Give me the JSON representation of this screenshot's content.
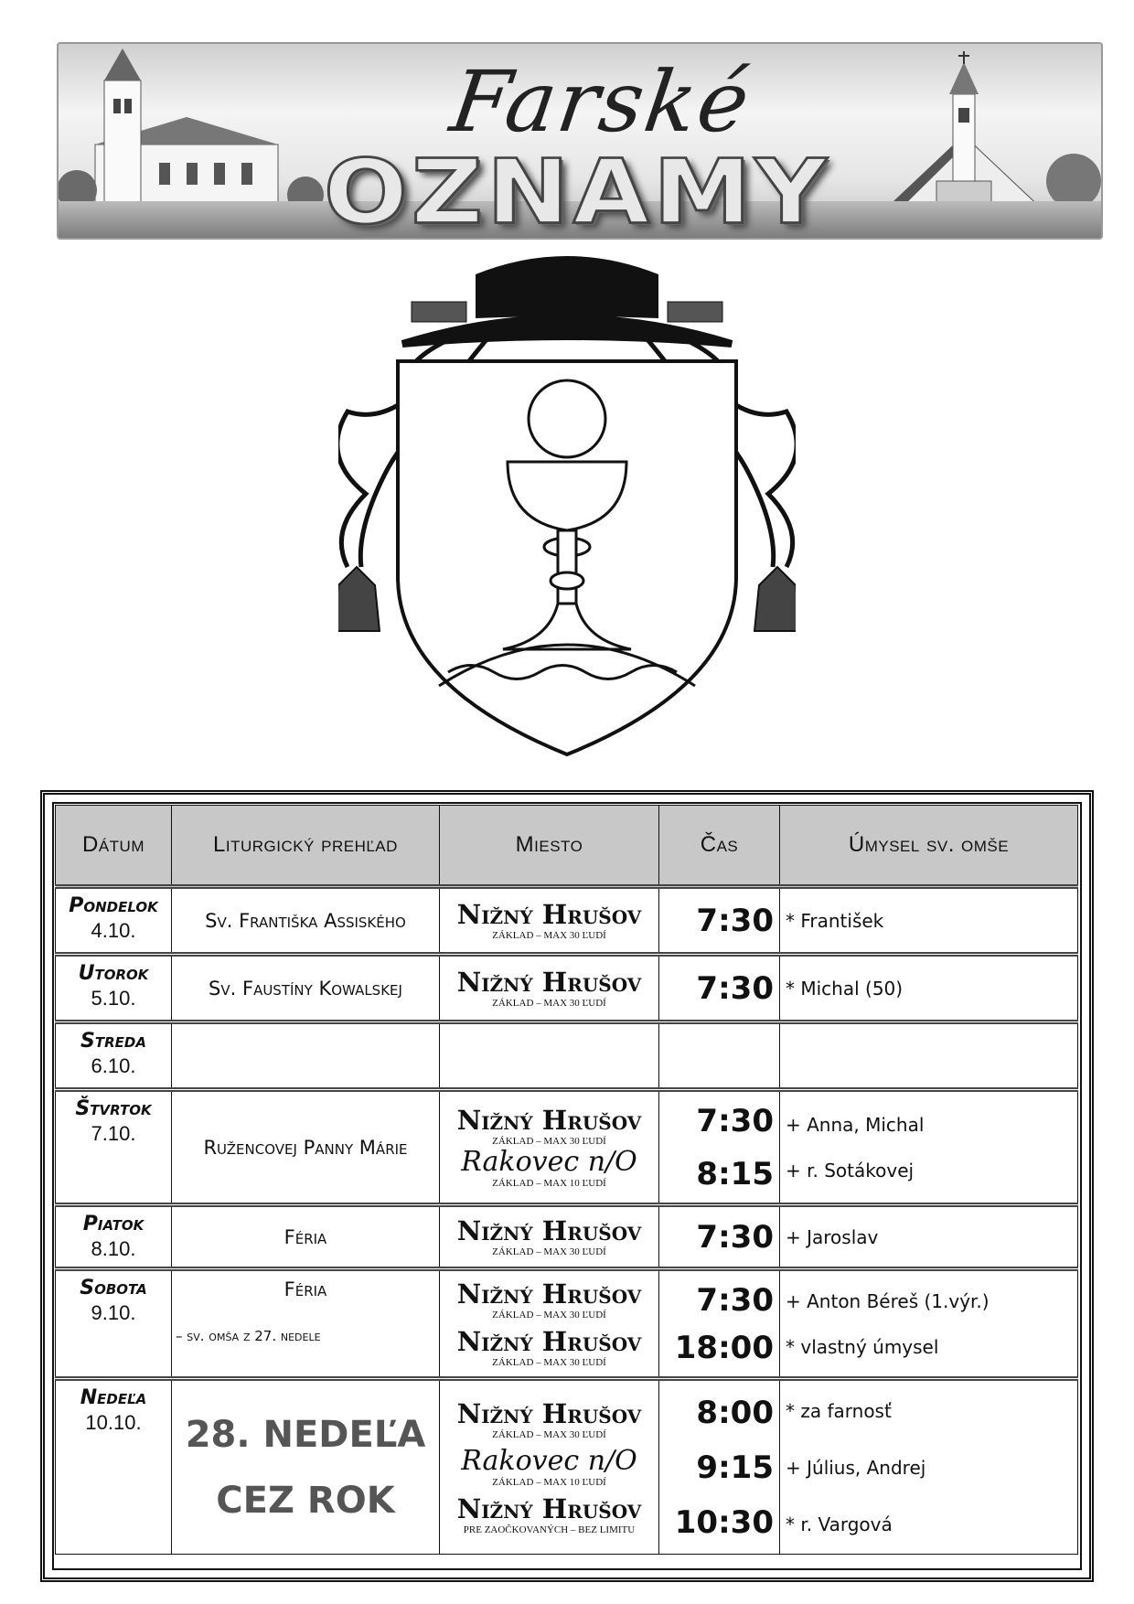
{
  "banner": {
    "title_script": "Farské",
    "title_block": "OZNAMY"
  },
  "table": {
    "headers": [
      "Dátum",
      "Liturgický prehľad",
      "Miesto",
      "Čas",
      "Úmysel sv. omše"
    ],
    "rows": [
      {
        "day": "Pondelok",
        "date": "4.10.",
        "liturgy": "Sv. Františka Assiského",
        "places": [
          {
            "name": "Nižný Hrušov",
            "note": "ZÁKLAD – MAX 30 ĽUDÍ"
          }
        ],
        "times": [
          "7:30"
        ],
        "intentions": [
          "* František"
        ]
      },
      {
        "day": "Utorok",
        "date": "5.10.",
        "liturgy": "Sv. Faustíny Kowalskej",
        "places": [
          {
            "name": "Nižný Hrušov",
            "note": "ZÁKLAD – MAX 30 ĽUDÍ"
          }
        ],
        "times": [
          "7:30"
        ],
        "intentions": [
          "* Michal (50)"
        ]
      },
      {
        "day": "Streda",
        "date": "6.10."
      },
      {
        "day": "Štvrtok",
        "date": "7.10.",
        "liturgy": "Ružencovej Panny Márie",
        "places": [
          {
            "name": "Nižný Hrušov",
            "note": "ZÁKLAD – MAX 30 ĽUDÍ"
          },
          {
            "name": "Rakovec n/O",
            "note": "ZÁKLAD – MAX 10 ĽUDÍ"
          }
        ],
        "times": [
          "7:30",
          "8:15"
        ],
        "intentions": [
          "+ Anna, Michal",
          "+ r. Sotákovej"
        ]
      },
      {
        "day": "Piatok",
        "date": "8.10.",
        "liturgy": "Féria",
        "places": [
          {
            "name": "Nižný Hrušov",
            "note": "ZÁKLAD – MAX 30 ĽUDÍ"
          }
        ],
        "times": [
          "7:30"
        ],
        "intentions": [
          "+ Jaroslav"
        ]
      },
      {
        "day": "Sobota",
        "date": "9.10.",
        "liturgy": "Féria",
        "liturgy_note": "– sv. omša z 27. nedele",
        "places": [
          {
            "name": "Nižný Hrušov",
            "note": "ZÁKLAD – MAX 30 ĽUDÍ"
          },
          {
            "name": "Nižný Hrušov",
            "note": "ZÁKLAD – MAX 30 ĽUDÍ"
          }
        ],
        "times": [
          "7:30",
          "18:00"
        ],
        "intentions": [
          "+ Anton Béreš (1.výr.)",
          "* vlastný úmysel"
        ]
      },
      {
        "day": "Nedeľa",
        "date": "10.10.",
        "liturgy_big_1": "28. NEDEĽA",
        "liturgy_big_2": "CEZ ROK",
        "places": [
          {
            "name": "Nižný Hrušov",
            "note": "ZÁKLAD – MAX 30 ĽUDÍ"
          },
          {
            "name": "Rakovec n/O",
            "note": "ZÁKLAD – MAX 10 ĽUDÍ"
          },
          {
            "name": "Nižný Hrušov",
            "note": "PRE ZAOČKOVANÝCH – BEZ LIMITU"
          }
        ],
        "times": [
          "8:00",
          "9:15",
          "10:30"
        ],
        "intentions": [
          "* za farnosť",
          "+ Július, Andrej",
          "* r. Vargová"
        ]
      }
    ]
  }
}
